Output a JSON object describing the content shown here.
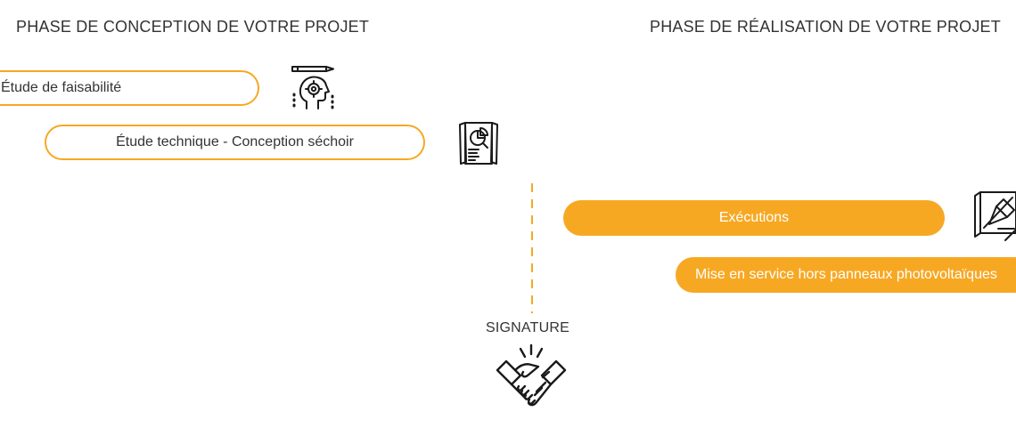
{
  "phases": {
    "conception": "PHASE DE CONCEPTION DE VOTRE PROJET",
    "realisation": "PHASE DE RÉALISATION DE VOTRE PROJET"
  },
  "steps": {
    "faisabilite": "Étude de faisabilité",
    "technique": "Étude technique - Conception séchoir",
    "executions": "Exécutions",
    "mise_en_service": "Mise en service hors panneaux photovoltaïques"
  },
  "milestone": {
    "label": "SIGNATURE"
  },
  "icons": {
    "faisabilite": "head-gear-icon",
    "technique": "report-document-icon",
    "executions": "blueprint-pencil-icon",
    "signature": "handshake-icon"
  },
  "colors": {
    "accent": "#f7a823",
    "text": "#333333",
    "icon": "#1a1a1a",
    "background": "#ffffff"
  }
}
